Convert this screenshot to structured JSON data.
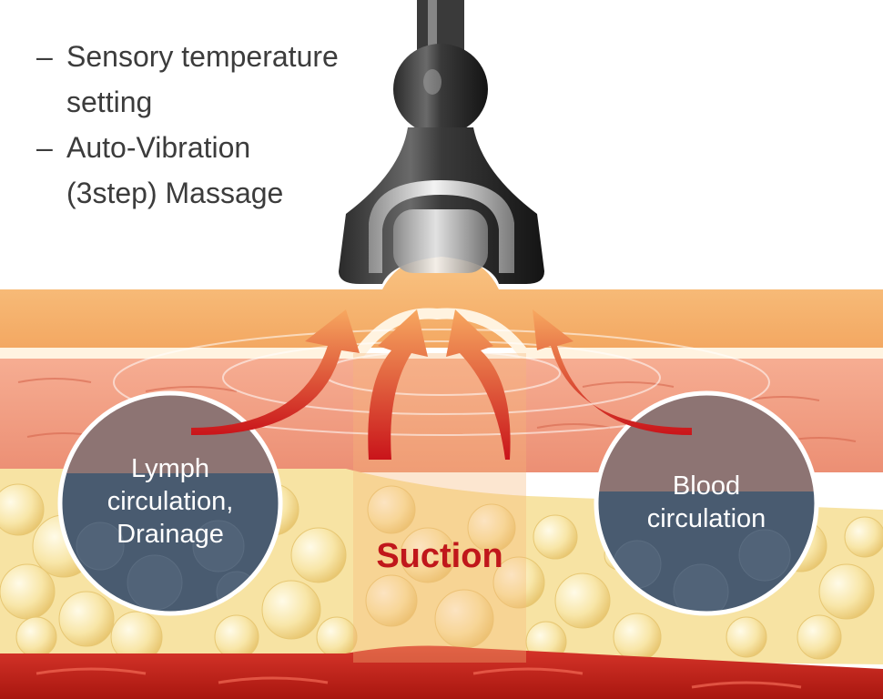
{
  "features": [
    {
      "dash": "–",
      "lines": [
        "Sensory temperature",
        "setting"
      ]
    },
    {
      "dash": "–",
      "lines": [
        "Auto-Vibration",
        "(3step) Massage"
      ]
    }
  ],
  "circles": {
    "left": {
      "lines": [
        "Lymph",
        "circulation,",
        "Drainage"
      ]
    },
    "right": {
      "lines": [
        "Blood",
        "circulation"
      ]
    }
  },
  "center_label": "Suction",
  "colors": {
    "epidermis": "#f6b06a",
    "dermis": "#ef9a80",
    "fat": "#f7e3a3",
    "blood": "#c8281f",
    "arrow": "#d8261c",
    "suction_text": "#c0171b",
    "text": "#3c3c3c"
  },
  "icons": [
    "suction-head-icon",
    "arrow-up-icon"
  ]
}
